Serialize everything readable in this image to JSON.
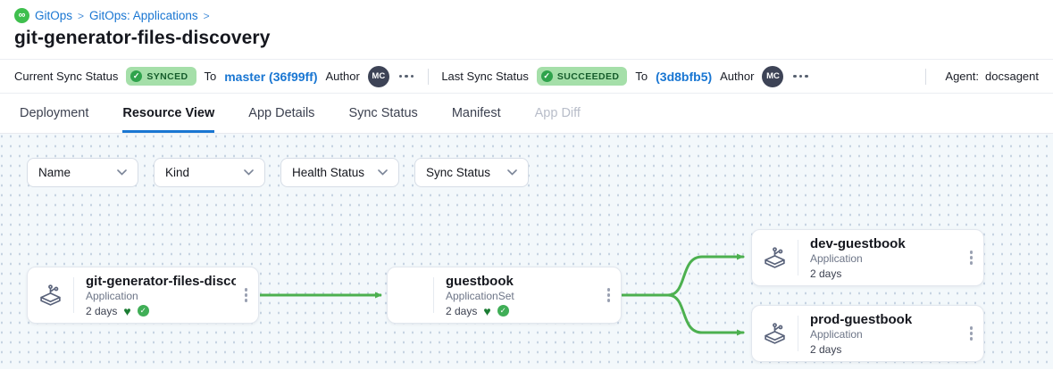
{
  "breadcrumb": {
    "app_label": "GitOps",
    "section_label": "GitOps: Applications",
    "separator": ">"
  },
  "page_title": "git-generator-files-discovery",
  "status_bar": {
    "current_sync": {
      "label": "Current Sync Status",
      "badge": "SYNCED",
      "to_label": "To",
      "revision": "master (36f99ff)",
      "author_label": "Author",
      "author_initials": "MC"
    },
    "last_sync": {
      "label": "Last Sync Status",
      "badge": "SUCCEEDED",
      "to_label": "To",
      "revision": "(3d8bfb5)",
      "author_label": "Author",
      "author_initials": "MC"
    },
    "agent": {
      "label": "Agent:",
      "value": "docsagent"
    }
  },
  "tabs": [
    {
      "label": "Deployment",
      "state": "normal"
    },
    {
      "label": "Resource View",
      "state": "active"
    },
    {
      "label": "App Details",
      "state": "normal"
    },
    {
      "label": "Sync Status",
      "state": "normal"
    },
    {
      "label": "Manifest",
      "state": "normal"
    },
    {
      "label": "App Diff",
      "state": "disabled"
    }
  ],
  "filters": [
    {
      "label": "Name"
    },
    {
      "label": "Kind"
    },
    {
      "label": "Health Status"
    },
    {
      "label": "Sync Status"
    }
  ],
  "graph": {
    "nodes": [
      {
        "title": "git-generator-files-disco...",
        "kind": "Application",
        "age": "2 days",
        "health": "healthy",
        "sync": "synced",
        "icon": "argo-application-icon"
      },
      {
        "title": "guestbook",
        "kind": "ApplicationSet",
        "age": "2 days",
        "health": "healthy",
        "sync": "synced",
        "icon": "none"
      },
      {
        "title": "dev-guestbook",
        "kind": "Application",
        "age": "2 days",
        "icon": "argo-application-icon"
      },
      {
        "title": "prod-guestbook",
        "kind": "Application",
        "age": "2 days",
        "icon": "argo-application-icon"
      }
    ],
    "edges": [
      {
        "from": "git-generator-files-disco...",
        "to": "guestbook"
      },
      {
        "from": "guestbook",
        "to": "dev-guestbook"
      },
      {
        "from": "guestbook",
        "to": "prod-guestbook"
      }
    ]
  },
  "icons": {
    "logo": "infinity-circle-icon",
    "badge_status": "check-circle-icon",
    "filter": "chevron-down-icon",
    "node_type": "argo-application-icon",
    "node_health": "heart-icon",
    "node_sync": "check-circle-icon",
    "node_menu": "kebab-vertical-icon",
    "status_menu": "meatballs-icon"
  },
  "colors": {
    "accent_blue": "#1976D2",
    "badge_bg": "#A5DFA9",
    "badge_text": "#155C2B",
    "edge_green": "#4CB04F",
    "content_bg": "#F3F8FB",
    "avatar_bg": "#3D4356"
  }
}
